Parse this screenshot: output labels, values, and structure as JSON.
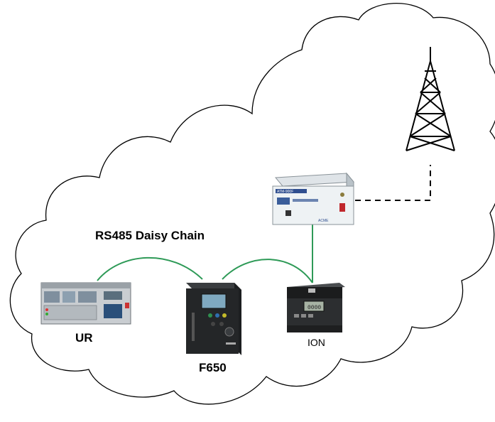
{
  "diagram": {
    "chain_label": "RS485 Daisy Chain",
    "devices": {
      "ur": {
        "label": "UR"
      },
      "f650": {
        "label": "F650"
      },
      "ion": {
        "label": "ION",
        "display_text": "0000"
      },
      "modem": {
        "model_text": "ATM-900F",
        "brand_text": "ACME"
      }
    },
    "colors": {
      "chain_link": "#2e9a57",
      "cloud_outline": "#000000",
      "radio_link": "#000000"
    },
    "icons": [
      "cloud-outline",
      "radio-tower-icon",
      "modem-icon",
      "ur-relay-icon",
      "f650-relay-icon",
      "ion-meter-icon"
    ]
  }
}
